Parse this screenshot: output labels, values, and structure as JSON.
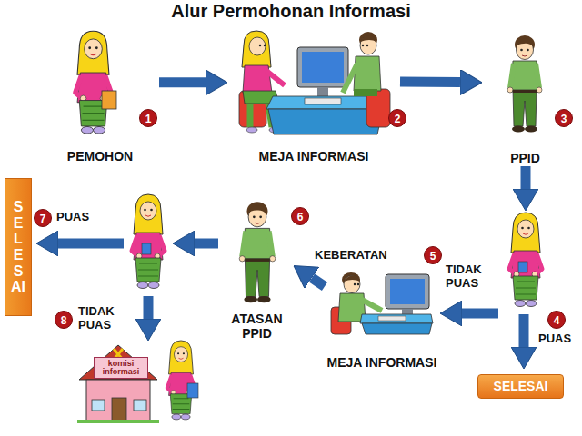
{
  "diagram": {
    "title": "Alur Permohonan Informasi",
    "nodes": [
      {
        "text": [
          "PEMOHON"
        ]
      },
      {
        "text": [
          "MEJA INFORMASI"
        ]
      },
      {
        "text": [
          "PPID"
        ]
      },
      {
        "text": [
          "SELESAI"
        ]
      },
      {
        "text": [
          "ATASAN PPID"
        ]
      },
      {
        "text": [
          "MEJA INFORMASI"
        ]
      },
      {
        "text": [
          "komisi informasi"
        ]
      },
      {
        "text": [
          "SELESAI"
        ]
      }
    ],
    "edges": [
      {
        "from": 0,
        "to": 1,
        "arrow": "to"
      },
      {
        "from": 1,
        "to": 2,
        "arrow": "to"
      },
      {
        "from": 5,
        "to": 4,
        "arrow": "to"
      }
    ],
    "labels": [
      "1",
      "2",
      "3",
      "4",
      "PUAS",
      "TIDAK PUAS",
      "5",
      "KEBERATAN",
      "6",
      "7",
      "PUAS",
      "TIDAK PUAS",
      "8"
    ]
  }
}
